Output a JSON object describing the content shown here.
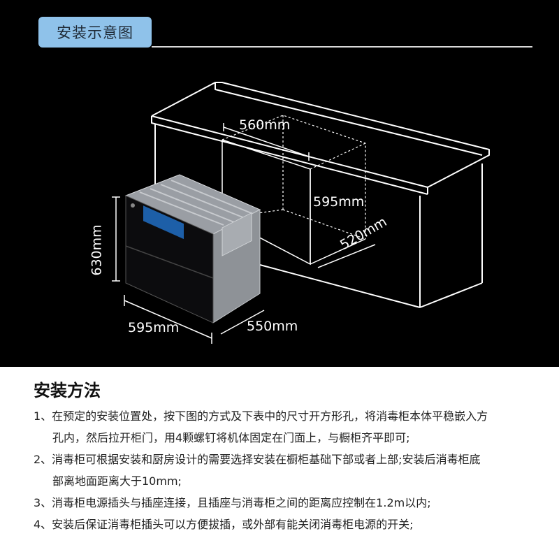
{
  "header": {
    "title": "安装示意图"
  },
  "dimensions": {
    "cutout_width": "560mm",
    "cutout_height": "595mm",
    "cutout_depth": "520mm",
    "unit_height": "630mm",
    "unit_width": "595mm",
    "unit_depth": "550mm"
  },
  "colors": {
    "background_top": "#000000",
    "badge": "#8fc2ea",
    "line": "#ffffff"
  },
  "method": {
    "title": "安装方法",
    "steps": [
      {
        "line1": "1、在预定的安装位置处，按下图的方式及下表中的尺寸开方形孔，将消毒柜本体平稳嵌入方",
        "line2": "孔内，然后拉开柜门，用4颗螺钉将机体固定在门面上，与橱柜齐平即可;"
      },
      {
        "line1": "2、消毒柜可根据安装和厨房设计的需要选择安装在橱柜基础下部或者上部;安装后消毒柜底",
        "line2": "部离地面距离大于10mm;"
      },
      {
        "line1": "3、消毒柜电源插头与插座连接，且插座与消毒柜之间的距离应控制在1.2m以内;"
      },
      {
        "line1": "4、安装后保证消毒柜插头可以方便拔插，或外部有能关闭消毒柜电源的开关;"
      }
    ]
  }
}
